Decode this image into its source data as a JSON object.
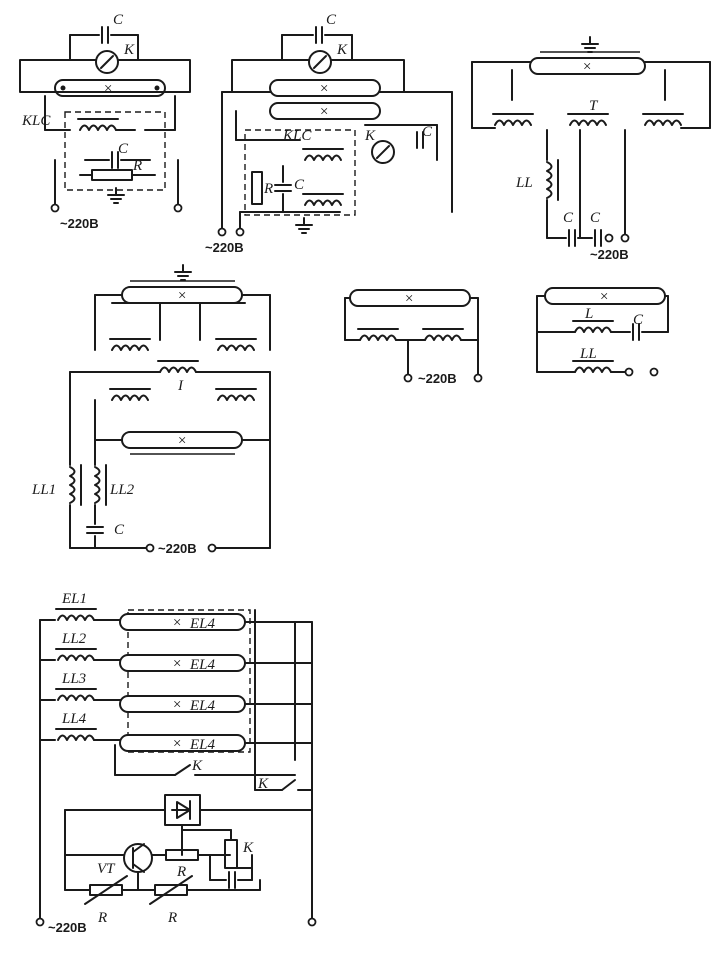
{
  "figure": {
    "supply": "~220B",
    "panel_a": {
      "capacitor_top": "C",
      "starter": "K",
      "choke": "KLC",
      "capacitor_inner": "C",
      "resistor": "R"
    },
    "panel_b": {
      "capacitor_top": "C",
      "starter_top": "K",
      "choke": "KLC",
      "starter_inner": "K",
      "capacitor_starter": "C",
      "resistor": "R",
      "capacitor_inner": "C"
    },
    "panel_c": {
      "transformer": "T",
      "choke": "LL",
      "capacitor_1": "C",
      "capacitor_2": "C"
    },
    "panel_d": {
      "transformer": "I",
      "choke_1": "LL1",
      "choke_2": "LL2",
      "capacitor": "C"
    },
    "panel_f": {
      "choke_top": "L",
      "capacitor": "C",
      "choke_bottom": "LL"
    },
    "panel_g": {
      "chokes": [
        "EL1",
        "LL2",
        "LL3",
        "LL4"
      ],
      "tube_label": "EL4",
      "relay_contact_1": "K",
      "relay_contact_2": "K",
      "transistor": "VT",
      "resistor_base": "R",
      "relay_coil": "K",
      "thermistor_1": "R",
      "thermistor_2": "R"
    }
  }
}
